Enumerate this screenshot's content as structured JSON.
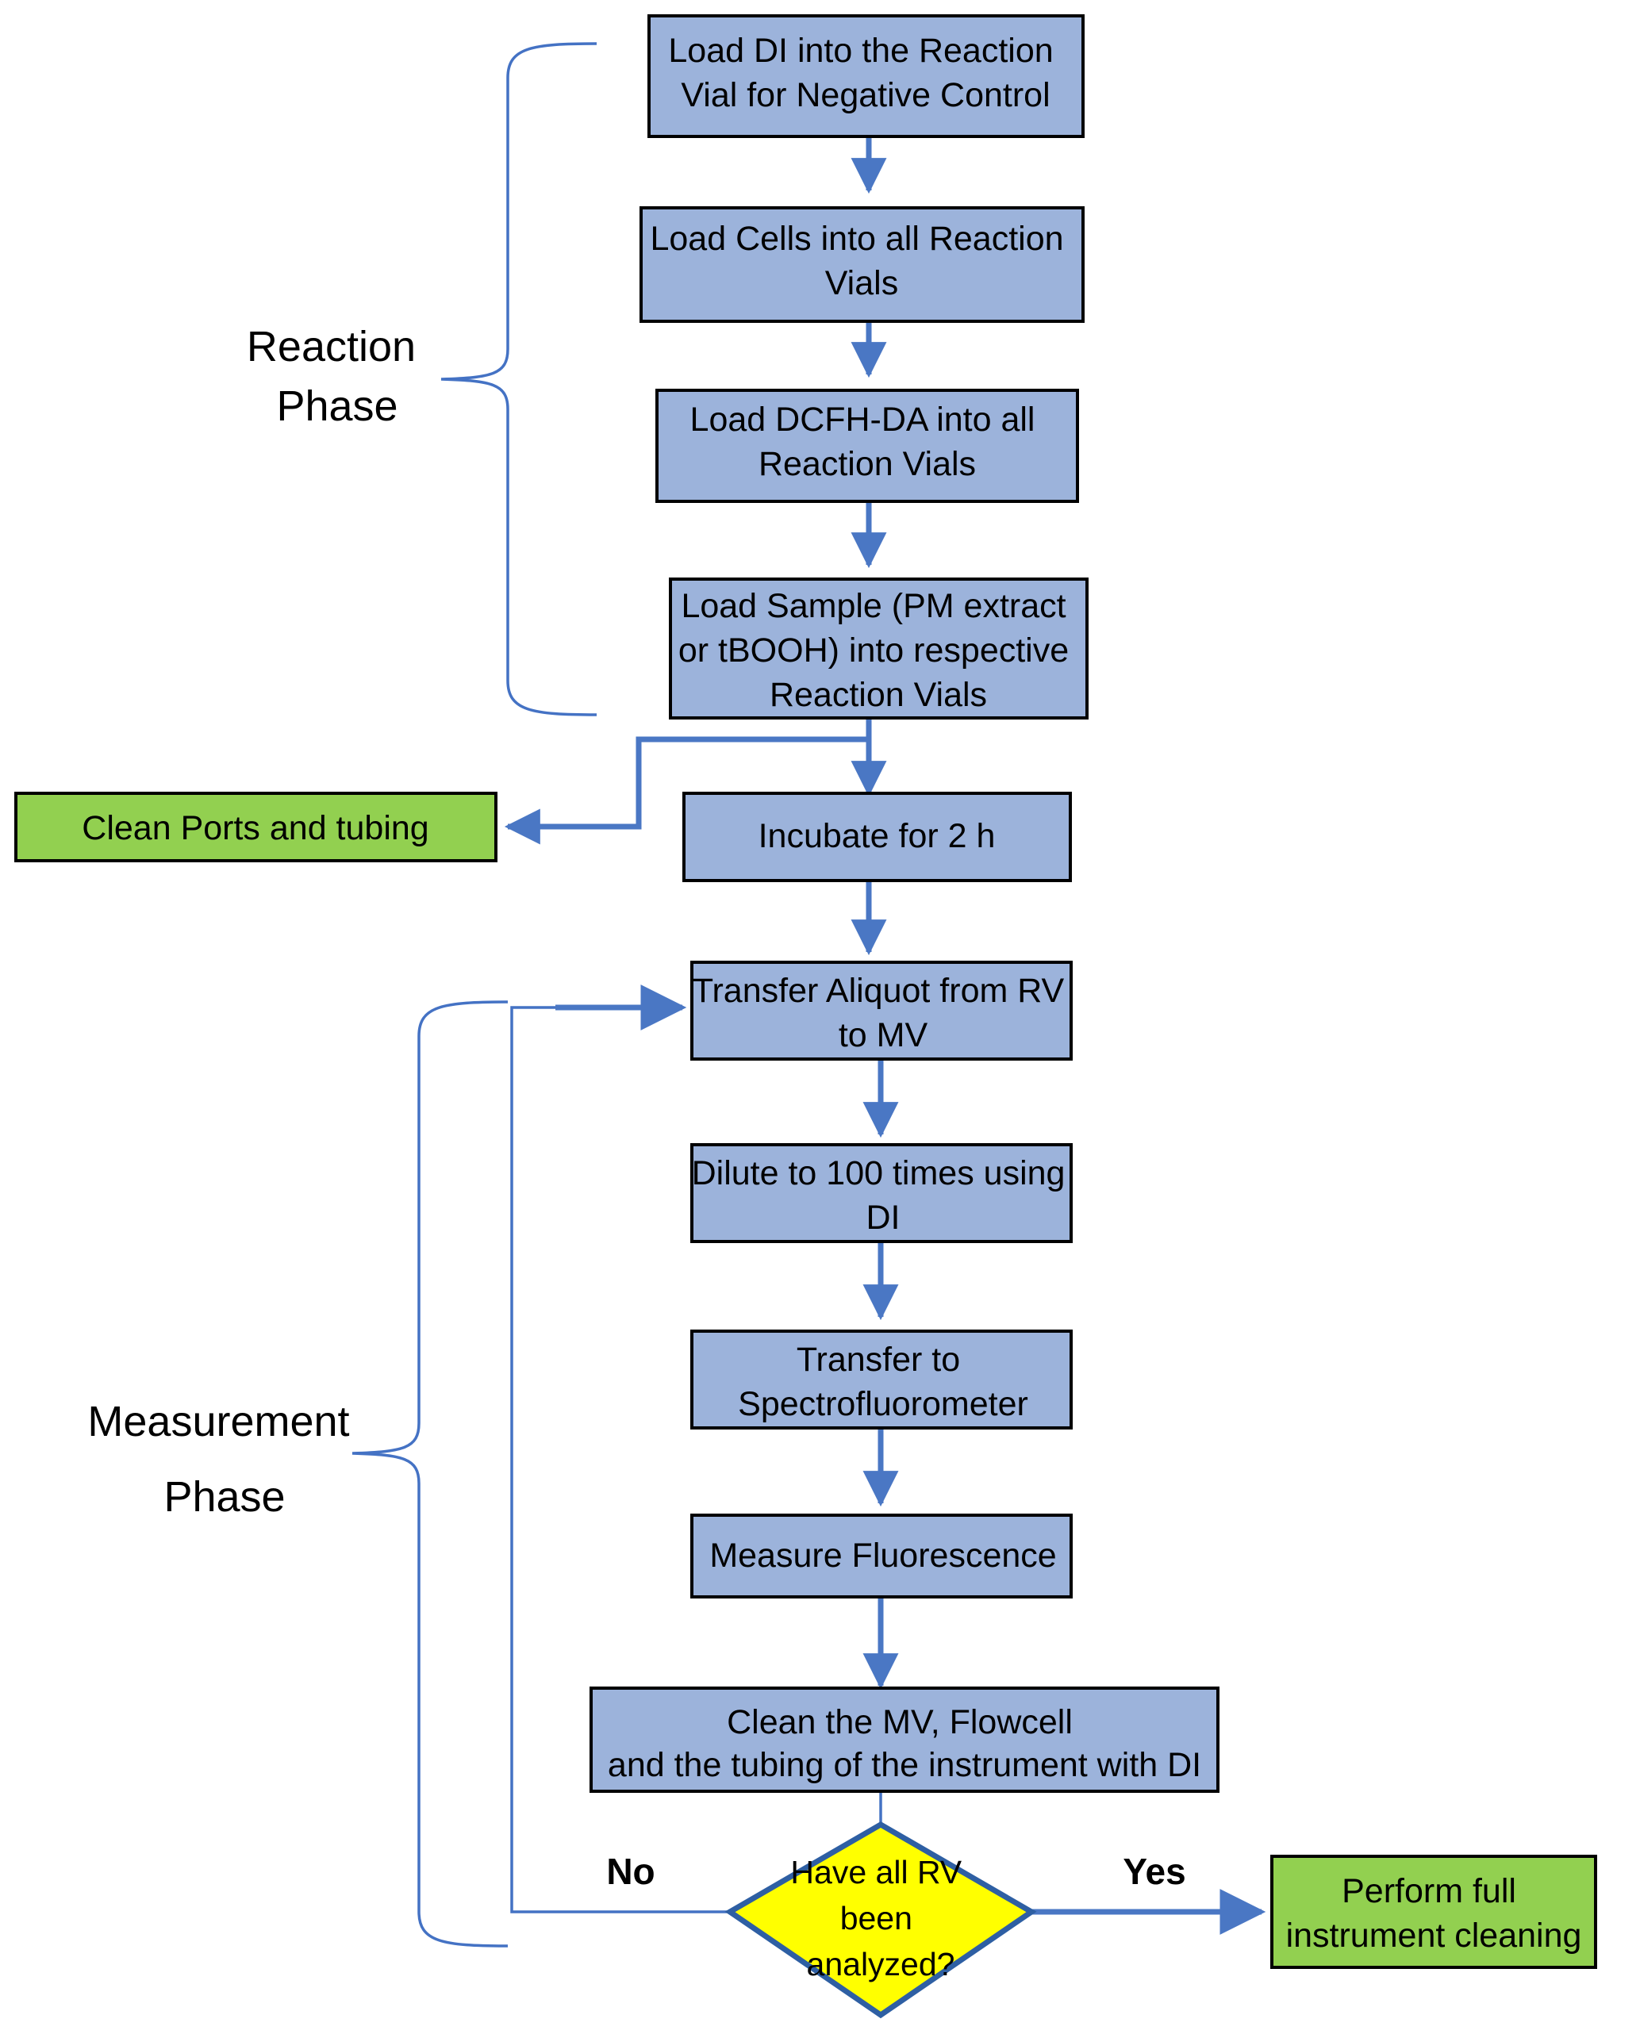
{
  "diagram": {
    "title": "ROS assay workflow flowchart",
    "colors": {
      "process_fill": "#9CB3DB",
      "process_stroke": "#000000",
      "cleaning_fill": "#92D050",
      "decision_fill": "#FFFF00",
      "decision_stroke": "#2E5FA3",
      "connector": "#4472C4",
      "text": "#000000",
      "background": "#FFFFFF"
    },
    "phases": [
      {
        "id": "reaction-phase",
        "label_line1": "Reaction",
        "label_line2": "Phase"
      },
      {
        "id": "measurement-phase",
        "label_line1": "Measurement",
        "label_line2": "Phase"
      }
    ],
    "nodes": [
      {
        "id": "load-di",
        "type": "process",
        "fill": "process",
        "lines": [
          "Load DI into the Reaction",
          "Vial for Negative Control"
        ]
      },
      {
        "id": "load-cells",
        "type": "process",
        "fill": "process",
        "lines": [
          "Load Cells into all Reaction",
          "Vials"
        ]
      },
      {
        "id": "load-dcfh-da",
        "type": "process",
        "fill": "process",
        "lines": [
          "Load DCFH-DA into all",
          "Reaction Vials"
        ]
      },
      {
        "id": "load-sample",
        "type": "process",
        "fill": "process",
        "lines": [
          "Load Sample (PM extract",
          "or tBOOH) into respective",
          "Reaction Vials"
        ]
      },
      {
        "id": "clean-ports",
        "type": "process",
        "fill": "cleaning",
        "lines": [
          "Clean Ports and tubing"
        ]
      },
      {
        "id": "incubate",
        "type": "process",
        "fill": "process",
        "lines": [
          "Incubate for 2 h"
        ]
      },
      {
        "id": "transfer-aliquot",
        "type": "process",
        "fill": "process",
        "lines": [
          "Transfer Aliquot from RV",
          "to MV"
        ]
      },
      {
        "id": "dilute",
        "type": "process",
        "fill": "process",
        "lines": [
          "Dilute to 100 times using",
          "DI"
        ]
      },
      {
        "id": "transfer-spectro",
        "type": "process",
        "fill": "process",
        "lines": [
          "Transfer to",
          "Spectrofluorometer"
        ]
      },
      {
        "id": "measure-fluorescence",
        "type": "process",
        "fill": "process",
        "lines": [
          "Measure Fluorescence"
        ]
      },
      {
        "id": "clean-mv",
        "type": "process",
        "fill": "process",
        "lines": [
          "Clean the MV, Flowcell",
          "and the tubing of the instrument with DI"
        ]
      },
      {
        "id": "decision-all-rv",
        "type": "decision",
        "fill": "decision",
        "lines": [
          "Have all RV",
          "been",
          "analyzed?"
        ]
      },
      {
        "id": "perform-full-cleaning",
        "type": "process",
        "fill": "cleaning",
        "lines": [
          "Perform full",
          "instrument cleaning"
        ]
      }
    ],
    "edge_labels": [
      {
        "id": "edge-label-no",
        "text": "No"
      },
      {
        "id": "edge-label-yes",
        "text": "Yes"
      }
    ]
  }
}
